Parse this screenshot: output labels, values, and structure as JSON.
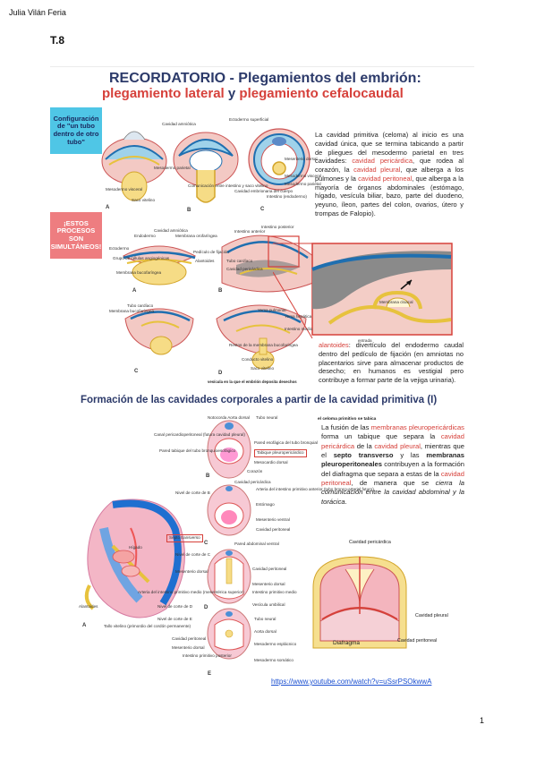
{
  "header": {
    "author": "Julia Vilán Feria",
    "section": "T.8"
  },
  "part1": {
    "title_line1": "RECORDATORIO - Plegamientos del embrión:",
    "title_line2_a": "plegamiento lateral",
    "title_line2_y": " y ",
    "title_line2_b": "plegamiento cefalocaudal",
    "callout_config": "Configuración de \"un tubo dentro de otro tubo\"",
    "callout_simul": "¡ESTOS PROCESOS SON SIMULTÁNEOS!",
    "para1": {
      "t1": "La cavidad primitiva (celoma) al inicio es una cavidad única, que se termina tabicando a partir de pliegues del mesodermo parietal en tres cavidades: ",
      "k1": "cavidad pericárdica",
      "t2": ", que rodea al corazón, la ",
      "k2": "cavidad pleural",
      "t3": ", que alberga a los pulmones y la ",
      "k3": "cavidad peritoneal",
      "t4": ", que alberga a la mayoría de órganos abdominales (estómago, hígado, vesícula biliar, bazo, parte del duodeno, yeyuno, íleon, partes del colon, ovarios, útero y trompas de Falopio)."
    },
    "para2": {
      "k1": "alantoides",
      "t1": ": divertículo del endodermo caudal dentro del pedículo de fijación (en amniotas no placentarios sirve para almacenar productos de desecho; en humanos es vestigial pero contribuye a formar parte de la vejiga urinaria)."
    },
    "figure_labels": {
      "cavidad_amniotica": "Cavidad amniótica",
      "ectodermo": "Ectodermo superficial",
      "mesodermo_parietal": "Mesodermo parietal",
      "mesodermo_visceral": "Mesodermo visceral",
      "saco_vitelino": "Saco vitelino",
      "comunicacion": "Comunicación entre intestino y saco vitelino",
      "cavidad_embrionaria": "Cavidad embrionaria del cuerpo",
      "intestino": "Intestino (endodermo)",
      "mesenterio_dorsal": "Mesenterio dorsal",
      "mesodermo_visceral_c": "Mesodermo visceral",
      "mesodermo_parietal_c": "Mesodermo parietal",
      "letter_a": "A",
      "letter_b": "B",
      "letter_c": "C",
      "endodermo": "Endodermo",
      "membrana_oro": "Membrana orofaríngea",
      "ectodermo2": "Ectodermo",
      "cavidad_amniotica2": "Cavidad amniótica",
      "grupo_celulas": "Grupo de células angiogénicas",
      "membrana_buco": "Membrana bucofaríngea",
      "pediculo": "Pedículo de fijación",
      "alantoides_lbl": "Alantoides",
      "intestino_anterior": "Intestino anterior",
      "tubo_cardiaco": "Tubo cardíaco",
      "cavidad_pericardica": "Cavidad pericárdica",
      "intestino_posterior": "Intestino posterior",
      "entrada": "entrada",
      "membrana_cloacal": "Membrana cloacal",
      "yema_pulmonar": "Yema pulmonar",
      "yema_hepatica": "Yema hepática",
      "intestino_medio": "Intestino medio",
      "restos_membrana": "Restos de la membrana bucofaríngea",
      "conducto_vitelino": "Conducto vitelino",
      "saco_vitelino2": "Saco vitelino",
      "tubo_cardiaco2": "Tubo cardíaco",
      "membrana_buco2": "Membrana bucofaríngea",
      "letter_a2": "A",
      "letter_b2": "B",
      "letter_c2": "C",
      "letter_d2": "D",
      "caption": "vesícula en la que el embrión deposita desechos"
    }
  },
  "part2": {
    "title": "Formación de las cavidades corporales a partir de la cavidad primitiva (I)",
    "caption": "el celoma primitivo se tabica",
    "para3": {
      "t1": "La fusión de las ",
      "k1": "membranas pleuropericárdicas",
      "t2": " forma un tabique que separa la ",
      "k2": "cavidad pericárdica",
      "t3": " de la ",
      "k3": "cavidad pleural",
      "t4": ", mientras que el ",
      "k4": "septo transverso",
      "t5": " y las ",
      "k5": "membranas pleuroperitoneales",
      "t6": " contribuyen a la formación del diafragma que separa a estas de la ",
      "k6": "cavidad peritoneal",
      "t7": ", de manera que se ",
      "i1": "cierra la comunicación",
      "t8": " entre ",
      "i2": "la cavidad abdominal y la torácica",
      "t9": "."
    },
    "figure_labels": {
      "notocorda": "Notocorda Aorta dorsal",
      "tubo_neural": "Tubo neural",
      "canal_pericardio": "Canal pericardioperitoneal (futura cavidad pleural)",
      "pared_esofagica": "Pared esofágica del tubo bronquial",
      "pared_tabique": "Pared tabique del tubo bronquioesofágico",
      "tabique_pleuro": "Tabique pleuropericárdico",
      "mesocardio": "Mesocardio dorsal",
      "corazon": "Corazón",
      "cavidad_pericardica": "Cavidad pericárdica",
      "letter_b": "B",
      "arteria_intestino": "Arteria del intestino primitivo anterior (tubo bronco-arterial futuro)",
      "estomago": "Estómago",
      "mesenterio_ventral": "Mesenterio ventral",
      "cavidad_peritoneal": "Cavidad peritoneal",
      "pared_abdominal": "Pared abdominal ventral",
      "letter_c": "C",
      "septo_transverso": "Septo transverso",
      "higado": "Hígado",
      "cavidad_peritoneal2": "Cavidad peritoneal",
      "mesenterio_dorsal": "Mesenterio dorsal",
      "intestino_medio": "Intestino primitivo medio",
      "vesicula_umbilical": "Vesícula umbilical",
      "letter_d": "D",
      "nivel_b": "Nivel de corte de B",
      "nivel_c": "Nivel de corte de C",
      "nivel_d": "Nivel de corte de D",
      "nivel_e": "Nivel de corte de E",
      "mesenterio_dorsal_a": "Mesenterio dorsal",
      "arteria_medio": "Arteria del intestino primitivo medio (mesentérica superior)",
      "alantoides": "Alantoides",
      "letter_a": "A",
      "tallo_vitelino": "Tallo vitelino (primordio del cordón permanente)",
      "tubo_neural_e": "Tubo neural",
      "aorta_dorsal": "Aorta dorsal",
      "cavidad_peritoneal_e": "Cavidad peritoneal",
      "mesenterio_dorsal_e": "Mesenterio dorsal",
      "mesodermo_esplacnico": "Mesodermo esplácnico",
      "intestino_posterior": "Intestino primitivo posterior",
      "mesodermo_somatico": "Mesodermo somático",
      "letter_e": "E",
      "cavidad_pericardica_dia": "Cavidad pericárdica",
      "cavidad_pleural": "Cavidad pleural",
      "diafragma": "Diafragma",
      "cavidad_peritoneal_dia": "Cavidad peritoneal"
    },
    "link": "https://www.youtube.com/watch?v=uSsrPSOkwwA"
  },
  "footer": {
    "page_number": "1"
  }
}
